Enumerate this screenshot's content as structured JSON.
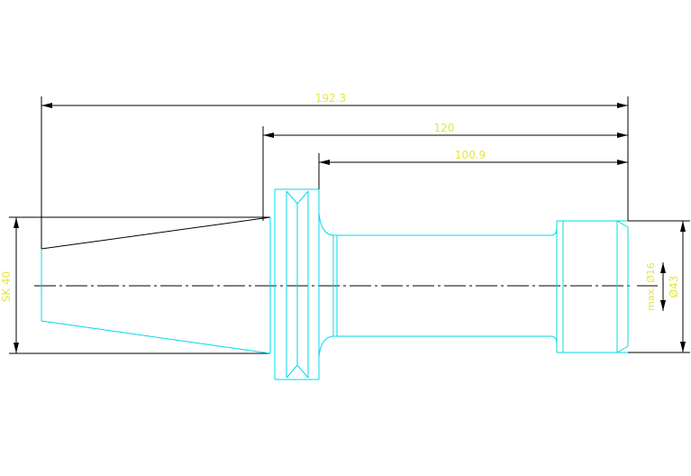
{
  "dimensions": {
    "overall_length": "192.3",
    "length_120": "120",
    "length_100_9": "100.9",
    "taper_label": "SK 40",
    "bore_max_label": "max. Ø16",
    "outer_diameter_label": "Ø43"
  },
  "colors": {
    "background": "#ffffff",
    "dimension_line": "#000000",
    "part_outline": "#00d8e8",
    "text": "#e6e640",
    "centerline": "#000000"
  }
}
